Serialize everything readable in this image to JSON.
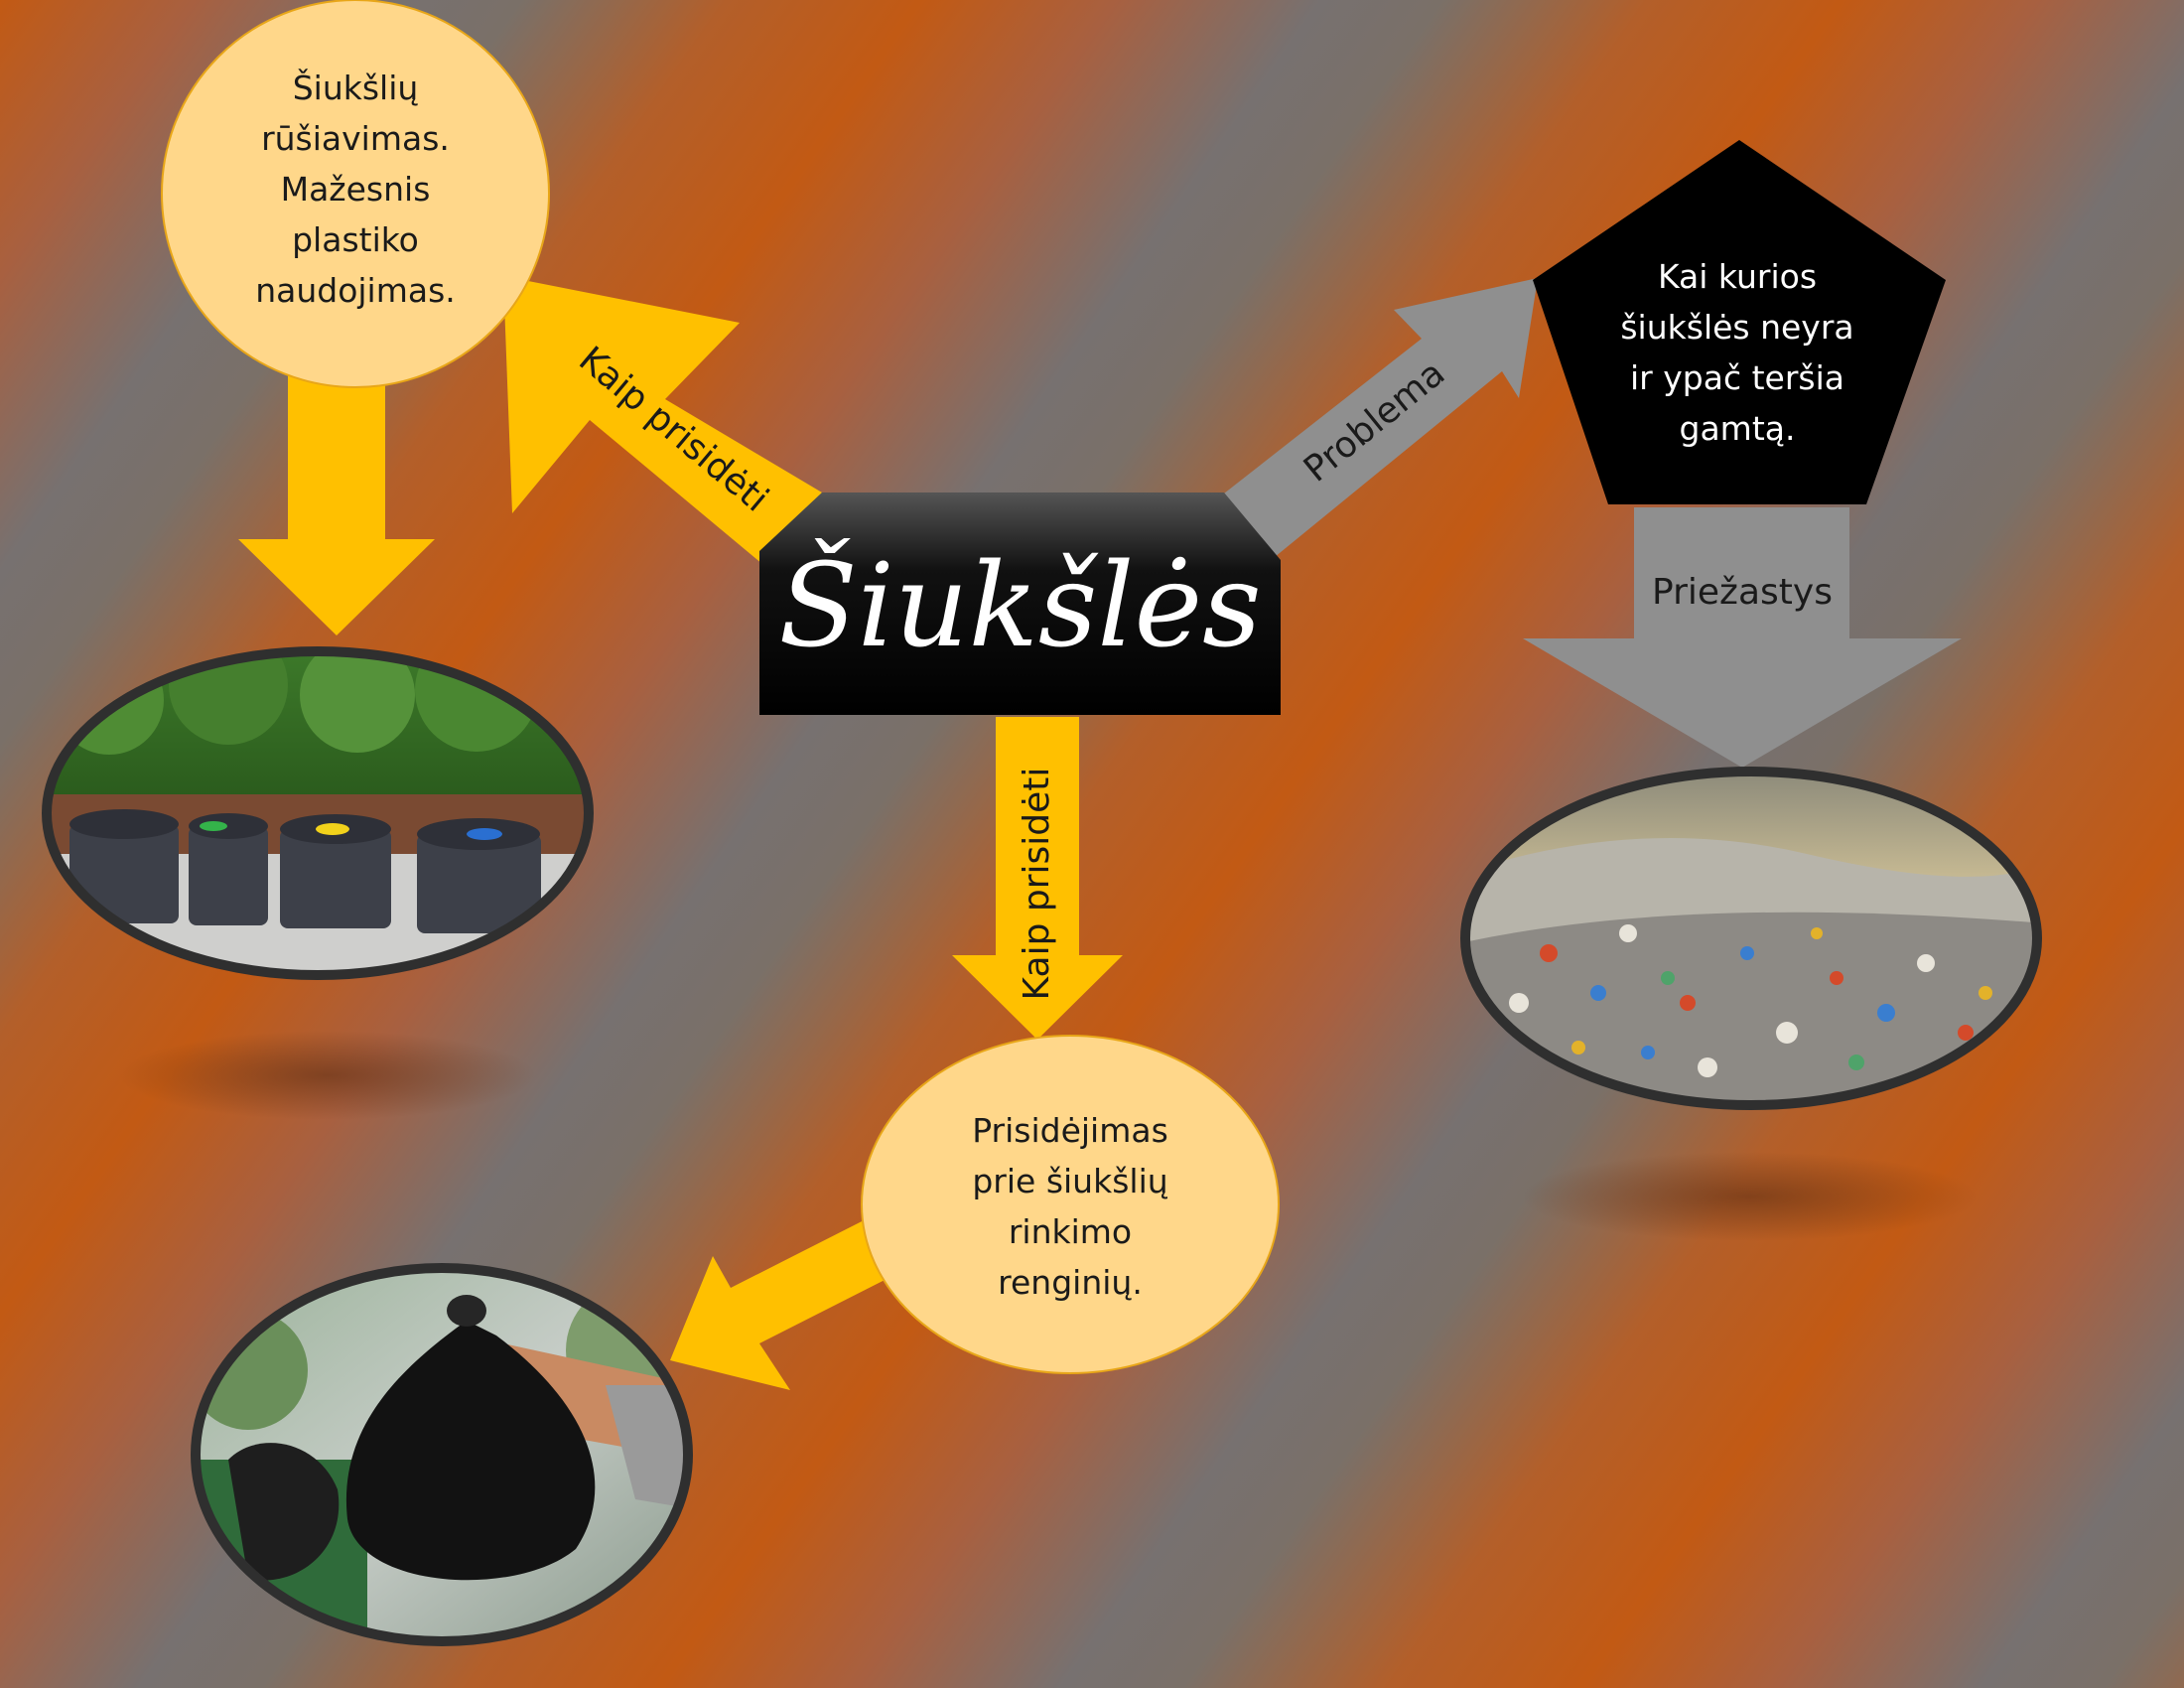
{
  "center": {
    "title": "Šiukšlės"
  },
  "nodes": {
    "sorting": "Šiukšlių rūšiavimas. Mažesnis plastiko naudojimas.",
    "cleanup": "Prisidėjimas prie šiukšlių rinkimo renginių.",
    "problem": "Kai kurios šiukšlės neyra ir ypač teršia gamtą."
  },
  "arrows": {
    "how_to_help_up": "Kaip prisidėti",
    "how_to_help_down": "Kaip prisidėti",
    "problem": "Problema",
    "causes": "Priežastys"
  },
  "colors": {
    "yellow_arrow": "#ffc000",
    "circle_fill": "#ffd78a",
    "gray_arrow": "#8f8f8f",
    "center_box": "#000000",
    "pentagon": "#000000"
  }
}
